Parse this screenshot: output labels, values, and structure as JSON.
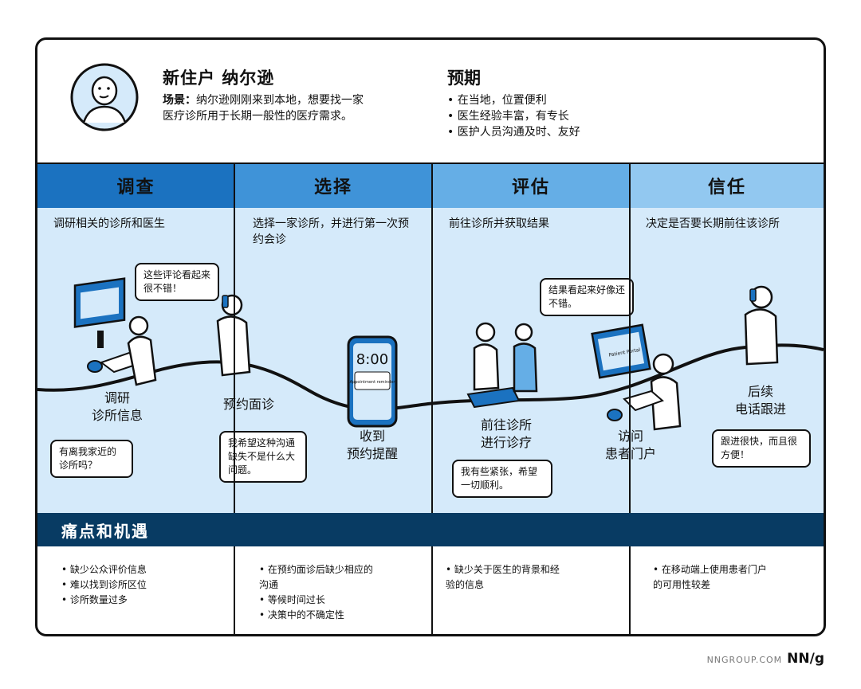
{
  "persona": {
    "title": "新住户 纳尔逊",
    "scenario_label": "场景：",
    "scenario_text": "纳尔逊刚刚来到本地，想要找一家医疗诊所用于长期一般性的医疗需求。"
  },
  "expectations": {
    "title": "预期",
    "items": [
      "在当地，位置便利",
      "医生经验丰富，有专长",
      "医护人员沟通及时、友好"
    ]
  },
  "phases": [
    {
      "title": "调查",
      "color": "#1b72c0",
      "description": "调研相关的诊所和医生"
    },
    {
      "title": "选择",
      "color": "#3f93d8",
      "description": "选择一家诊所，并进行第一次预约会诊"
    },
    {
      "title": "评估",
      "color": "#65aee6",
      "description": "前往诊所并获取结果"
    },
    {
      "title": "信任",
      "color": "#92c8f0",
      "description": "决定是否要长期前往该诊所"
    }
  ],
  "steps": [
    {
      "label": "调研\n诊所信息"
    },
    {
      "label": "预约面诊"
    },
    {
      "label": "收到\n预约提醒"
    },
    {
      "label": "前往诊所\n进行诊疗"
    },
    {
      "label": "访问\n患者门户"
    },
    {
      "label": "后续\n电话跟进"
    }
  ],
  "bubbles": [
    "这些评论看起来很不错！",
    "有离我家近的诊所吗？",
    "我希望这种沟通缺失不是什么大问题。",
    "结果看起来好像还不错。",
    "我有些紧张，希望一切顺利。",
    "跟进很快，而且很方便！"
  ],
  "phone_screen": {
    "time": "8:00",
    "notice": "Appointment reminder"
  },
  "monitor_text": "Patient Portal",
  "pain_points": {
    "title": "痛点和机遇",
    "columns": [
      [
        "缺少公众评价信息",
        "难以找到诊所区位",
        "诊所数量过多"
      ],
      [
        "在预约面诊后缺少相应的沟通",
        "等候时间过长",
        "决策中的不确定性"
      ],
      [
        "缺少关于医生的背景和经验的信息"
      ],
      [
        "在移动端上使用患者门户的可用性较差"
      ]
    ]
  },
  "footer": {
    "site": "NNGROUP.COM",
    "logo": "NN/g"
  },
  "colors": {
    "pain_band": "#083b63",
    "journey_bg": "#d5eafa",
    "ink": "#111111"
  }
}
